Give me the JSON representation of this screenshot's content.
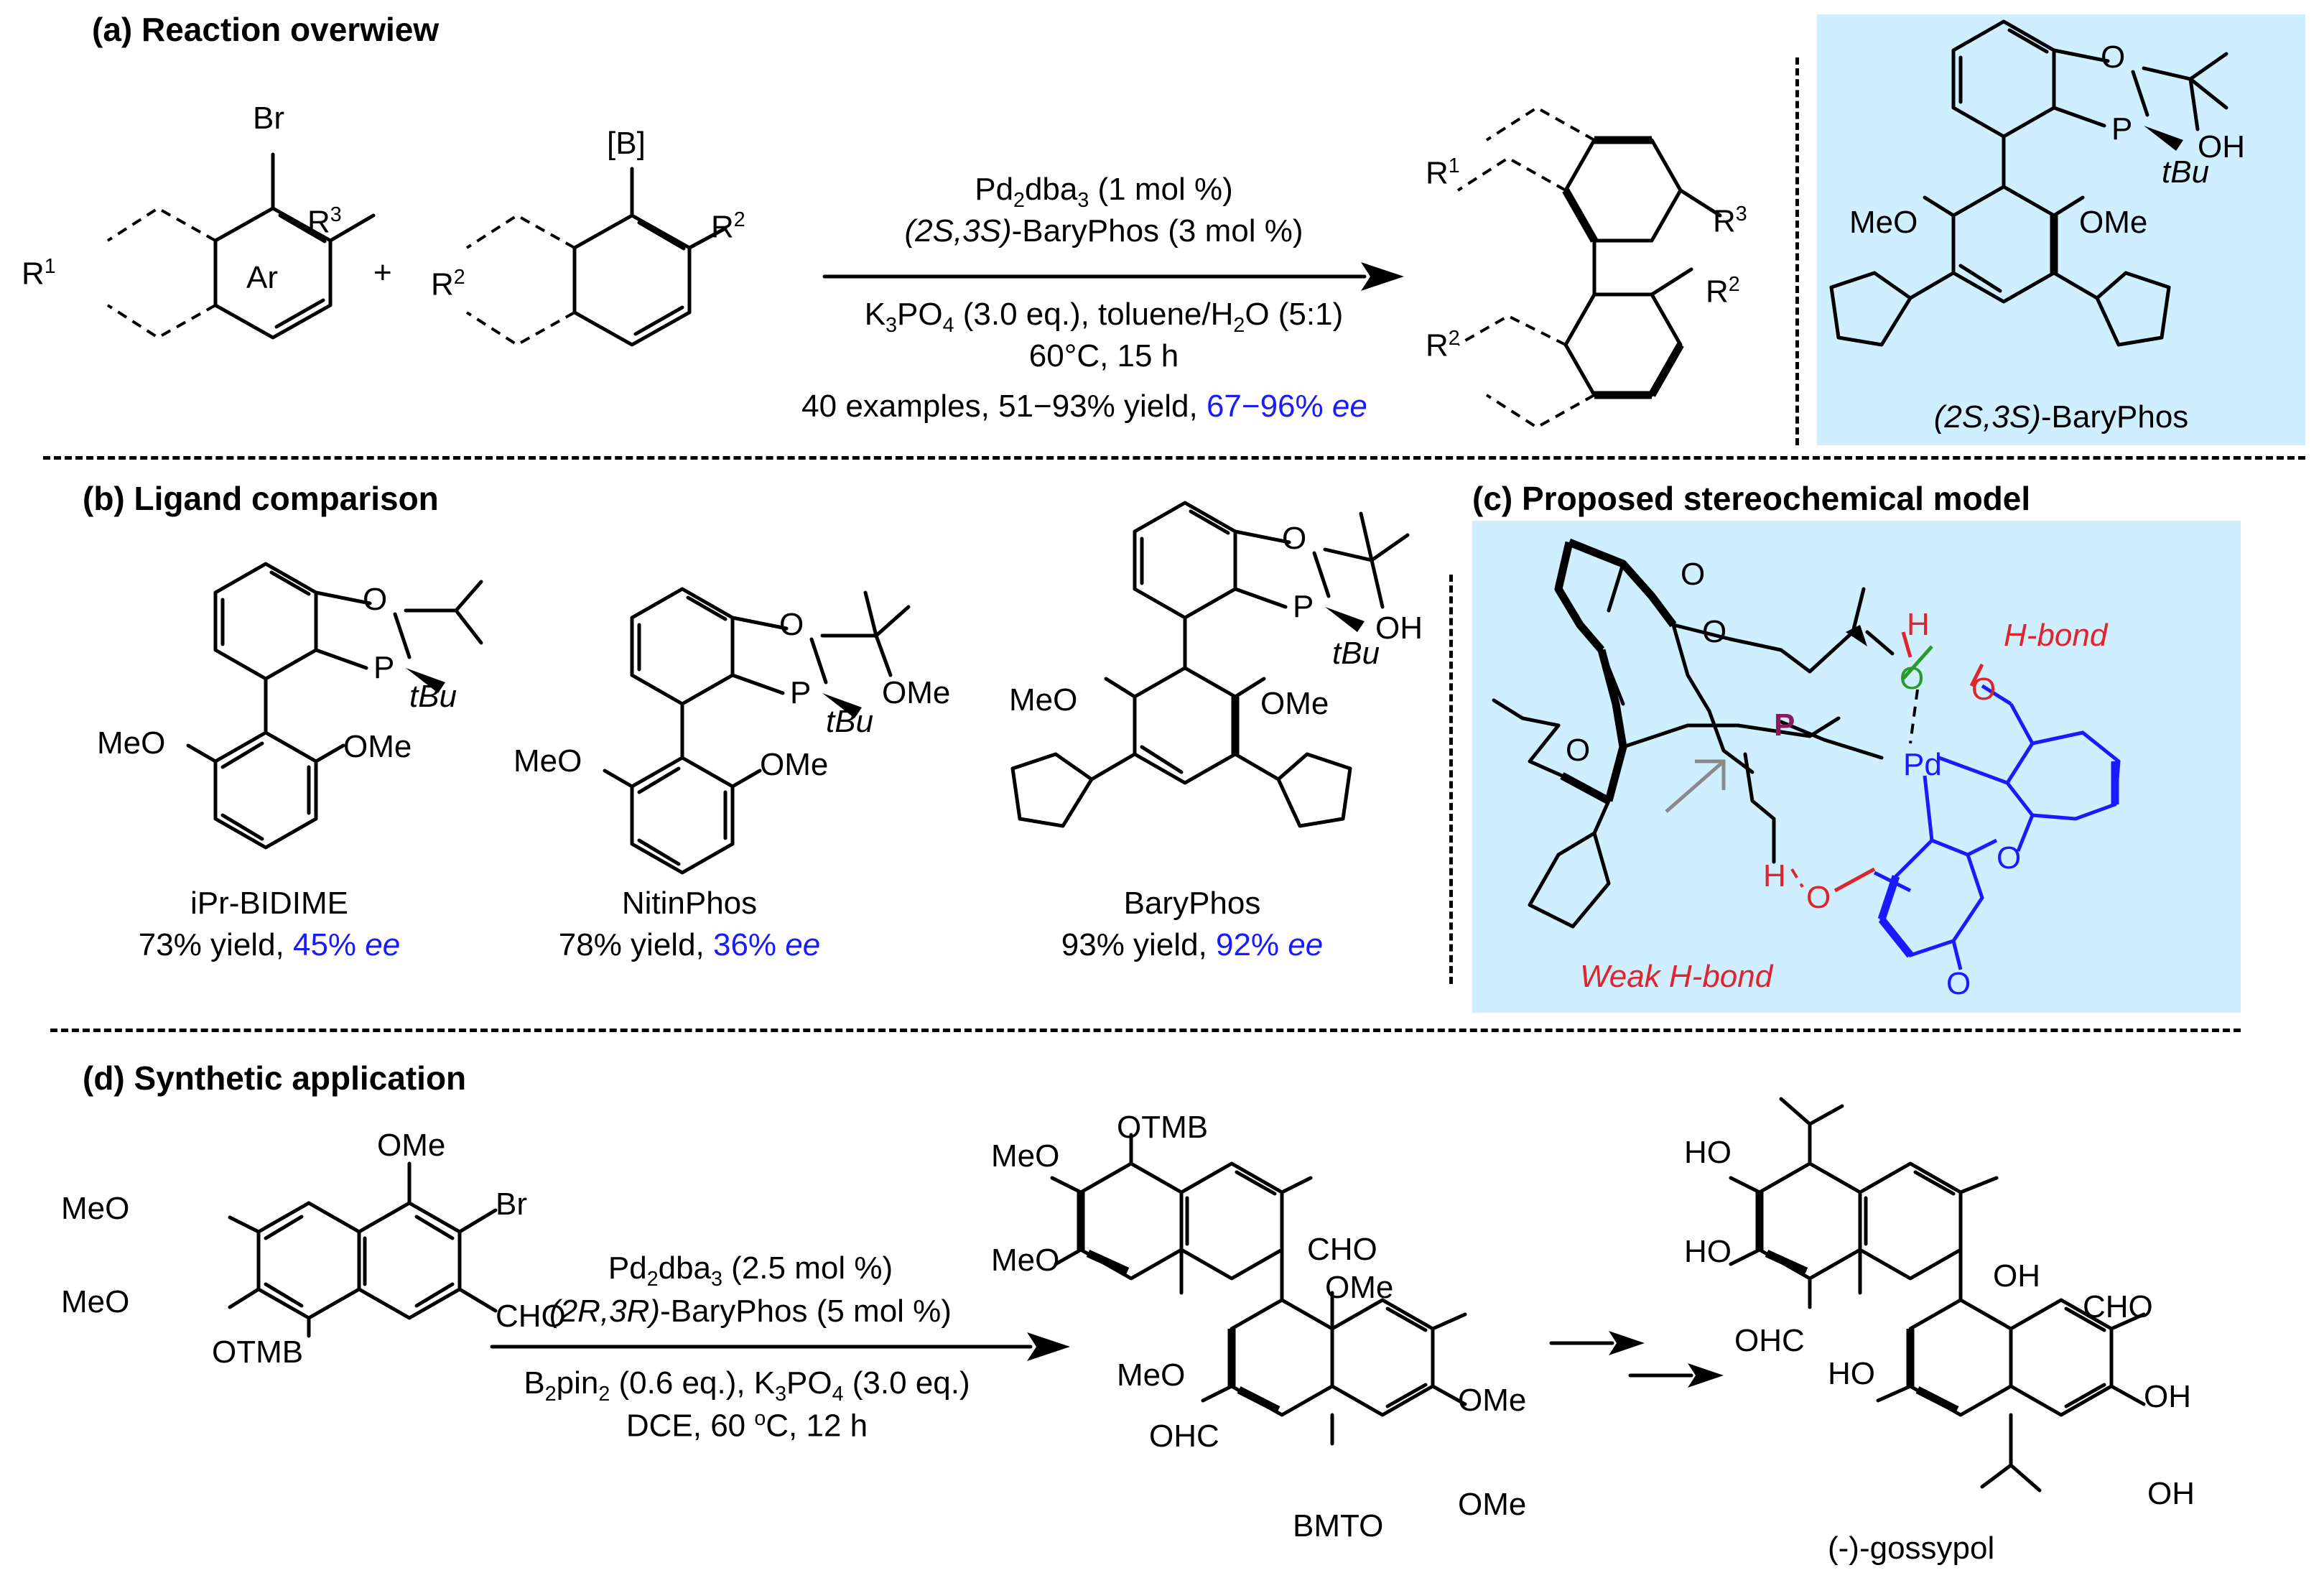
{
  "headings": {
    "a": "(a) Reaction overwiew",
    "b": "(b) Ligand comparison",
    "c": "(c) Proposed stereochemical model",
    "d": "(d) Synthetic application"
  },
  "reaction_a": {
    "catalyst_line1": "Pd2dba3 (1 mol %)",
    "ligand_prefix": "(2S,3S)",
    "ligand_suffix": "-BaryPhos (3 mol %)",
    "conditions_line1": "K3PO4 (3.0 eq.), toluene/H2O (5:1)",
    "conditions_line2": "60°C, 15 h",
    "scope_prefix": "40 examples, 51−93% yield, ",
    "scope_ee_value": "67−96% ",
    "scope_ee_unit": "ee",
    "plus": "+",
    "reactant1_labels": {
      "br": "Br",
      "r3": "R3",
      "ar": "Ar",
      "r1": "R1"
    },
    "reactant2_labels": {
      "b": "[B]",
      "r2a": "R2",
      "r2b": "R2"
    },
    "product_labels": {
      "r1": "R1",
      "r3": "R3",
      "r2a": "R2",
      "r2b": "R2"
    }
  },
  "baryphos_box": {
    "name_prefix": "(2S,3S)",
    "name_suffix": "-BaryPhos",
    "labels": {
      "o": "O",
      "oh": "OH",
      "p": "P",
      "tbu": "tBu",
      "meo": "MeO",
      "ome": "OMe"
    }
  },
  "ligands": [
    {
      "name": "iPr-BIDIME",
      "yield": "73% yield, ",
      "ee": "45% ",
      "ee_unit": "ee",
      "labels": {
        "o": "O",
        "p": "P",
        "tbu": "tBu",
        "meo": "MeO",
        "ome": "OMe"
      }
    },
    {
      "name": "NitinPhos",
      "yield": "78% yield, ",
      "ee": "36% ",
      "ee_unit": "ee",
      "labels": {
        "o": "O",
        "p": "P",
        "tbu": "tBu",
        "meo": "MeO",
        "ome": "OMe",
        "ome2": "OMe"
      }
    },
    {
      "name": "BaryPhos",
      "yield": "93% yield, ",
      "ee": "92% ",
      "ee_unit": "ee",
      "labels": {
        "o": "O",
        "p": "P",
        "tbu": "tBu",
        "meo": "MeO",
        "ome": "OMe",
        "oh": "OH"
      }
    }
  ],
  "model_c": {
    "h_bond": "H-bond",
    "weak_h_bond": "Weak H-bond",
    "labels": {
      "p": "P",
      "pd": "Pd",
      "o_green": "O",
      "h_green": "H",
      "o_red1": "O",
      "o_red2": "O",
      "h_red": "H",
      "o_blue1": "O",
      "o_blue2": "O",
      "o_blk1": "O",
      "o_blk2": "O",
      "o_blk3": "O"
    }
  },
  "reaction_d": {
    "catalyst_line1": "Pd2dba3 (2.5 mol %)",
    "ligand_prefix": "(2R,3R)",
    "ligand_suffix": "-BaryPhos (5 mol %)",
    "conditions_line1": "B2pin2 (0.6 eq.), K3PO4 (3.0 eq.)",
    "conditions_line2": "DCE, 60 oC, 12 h",
    "sm_labels": {
      "ome": "OMe",
      "br": "Br",
      "meo1": "MeO",
      "meo2": "MeO",
      "cho": "CHO",
      "otmb": "OTMB"
    },
    "int_labels": {
      "otmb": "OTMB",
      "meo1": "MeO",
      "meo2": "MeO",
      "cho1": "CHO",
      "ome1": "OMe",
      "meo3": "MeO",
      "ohc": "OHC",
      "ome2": "OMe",
      "ome3": "OMe",
      "bmto": "BMTO"
    },
    "product_labels": {
      "ho1": "HO",
      "ho2": "HO",
      "ohc": "OHC",
      "oh1": "OH",
      "ho3": "HO",
      "cho": "CHO",
      "oh2": "OH",
      "oh3": "OH"
    },
    "product_name": "(-)-gossypol"
  },
  "colors": {
    "panel_bg": "#cfeeff",
    "ee_blue": "#1a1aff",
    "hbond_red": "#e0242c",
    "hbond_green": "#2a9a2a",
    "phosphorus": "#8b1a5a"
  }
}
